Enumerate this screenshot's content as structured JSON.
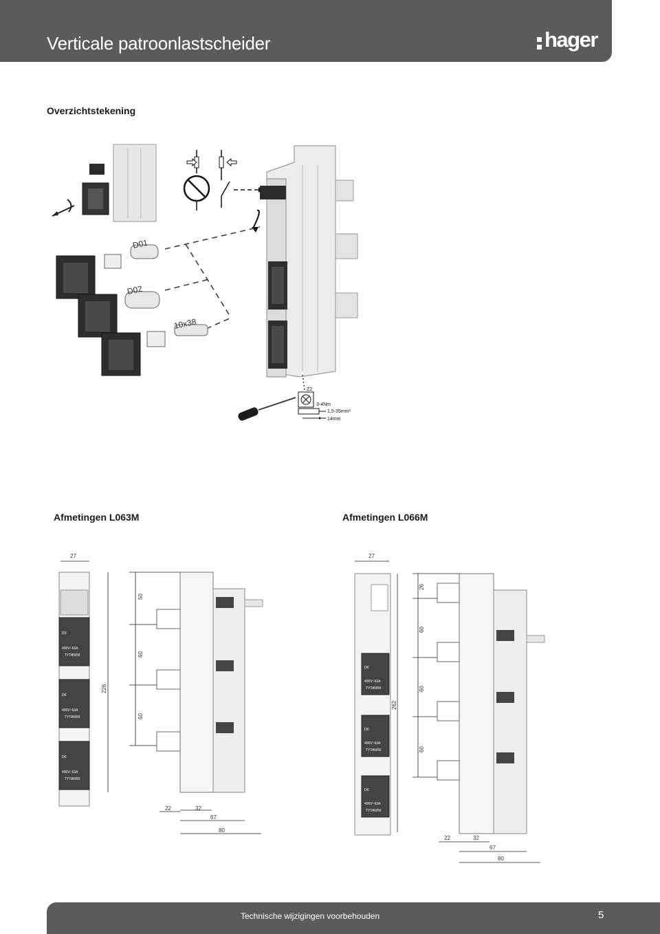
{
  "header": {
    "title": "Verticale patroonlastscheider",
    "logo_text": "hager"
  },
  "overview": {
    "title": "Overzichtstekening",
    "fuse_labels": [
      "D01",
      "D02",
      "10x38"
    ],
    "terminal": {
      "label": "Z2",
      "torque": "3-4Nm",
      "cross_section": "1,5-35mm²",
      "strip_length": "14mm"
    }
  },
  "dims_l063m": {
    "title": "Afmetingen L063M",
    "front_width": "27",
    "height_total": "226",
    "pitch_top": "50",
    "pitch_1": "60",
    "pitch_2": "60",
    "depth_a": "22",
    "depth_b": "32",
    "depth_c": "67",
    "depth_d": "80"
  },
  "dims_l066m": {
    "title": "Afmetingen L066M",
    "front_width": "27",
    "height_total": "262",
    "pitch_top": "26",
    "pitch_1": "60",
    "pitch_2": "60",
    "pitch_3": "60",
    "depth_a": "22",
    "depth_b": "32",
    "depth_c": "67",
    "depth_d": "80"
  },
  "fuse_module_labels": {
    "size": "D0",
    "rating": "400V~63A",
    "brand": "TYTAN®II"
  },
  "footer": {
    "note": "Technische wijzigingen voorbehouden",
    "page_number": "5"
  }
}
